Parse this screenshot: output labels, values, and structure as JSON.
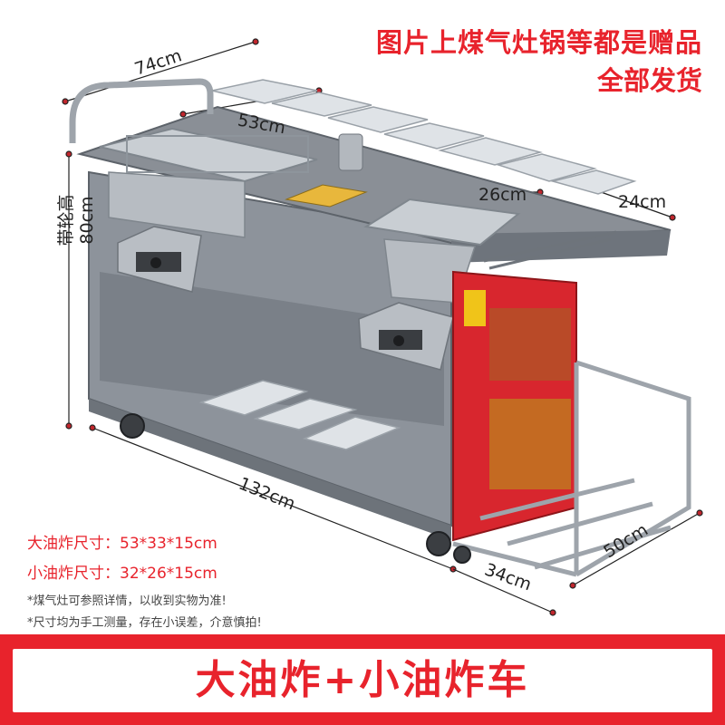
{
  "headline": {
    "line1": "图片上煤气灶锅等都是赠品",
    "line2": "全部发货"
  },
  "dimensions": {
    "top_width": "74cm",
    "big_fryer_width": "53cm",
    "small_fryer_width": "26cm",
    "side_shelf": "24cm",
    "height": "带轮高80cm",
    "length": "132cm",
    "depth": "50cm",
    "side_cabinet": "34cm"
  },
  "specs": {
    "large_fryer": "大油炸尺寸：53*33*15cm",
    "small_fryer": "小油炸尺寸：32*26*15cm"
  },
  "notes": {
    "note1": "*煤气灶可参照详情，以收到实物为准!",
    "note2": "*尺寸均为手工测量，存在小误差，介意慎拍!"
  },
  "banner": {
    "title": "大油炸+小油炸车"
  },
  "colors": {
    "accent": "#e8232c",
    "steel": "#8a8f96",
    "panel": "#9aa0a8"
  }
}
